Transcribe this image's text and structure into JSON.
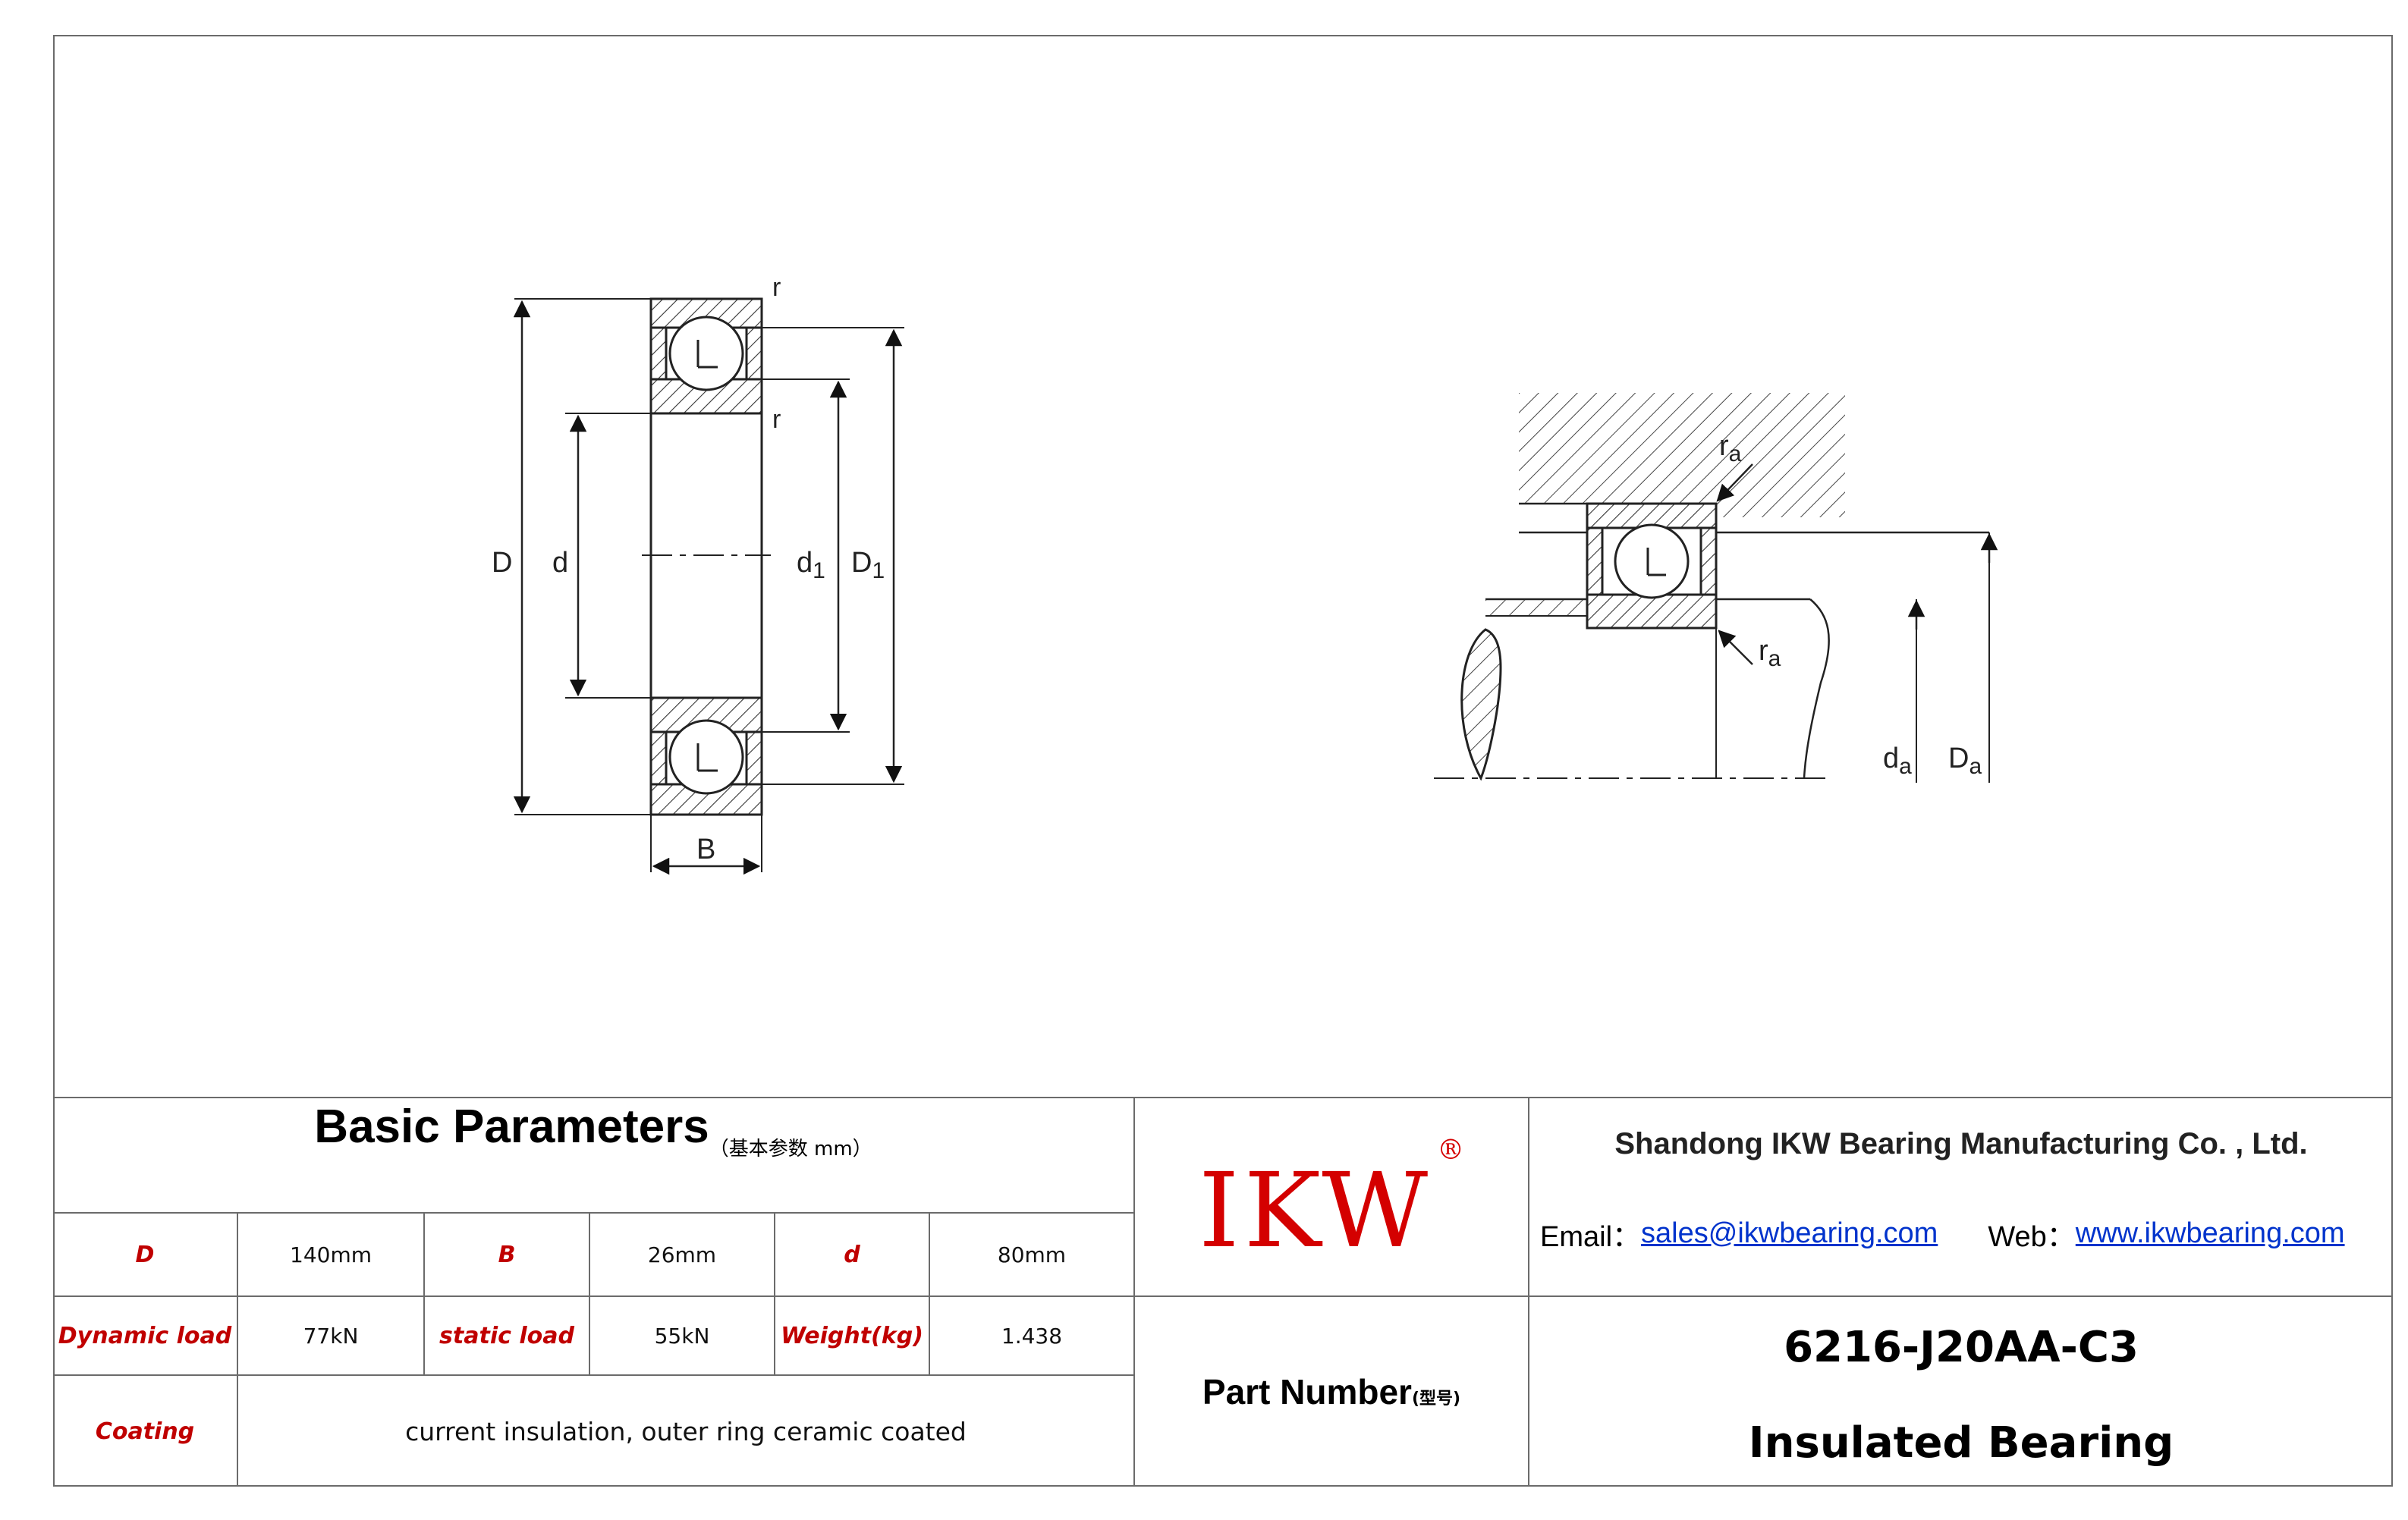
{
  "drawing": {
    "left_labels": {
      "r_top": "r",
      "r_mid": "r",
      "D": "D",
      "d": "d",
      "d1": "d",
      "d1_sub": "1",
      "D1": "D",
      "D1_sub": "1",
      "B": "B"
    },
    "right_labels": {
      "ra": "r",
      "ra_sub": "a",
      "da": "d",
      "da_sub": "a",
      "Da": "D",
      "Da_sub": "a"
    }
  },
  "table": {
    "title": "Basic Parameters",
    "title_note": "（基本参数 mm）",
    "rows": [
      [
        {
          "label": "D"
        },
        {
          "value": "140mm"
        },
        {
          "label": "B"
        },
        {
          "value": "26mm"
        },
        {
          "label": "d"
        },
        {
          "value": "80mm"
        }
      ],
      [
        {
          "label": "Dynamic load"
        },
        {
          "value": "77kN"
        },
        {
          "label": "static load"
        },
        {
          "value": "55kN"
        },
        {
          "label": "Weight(kg)"
        },
        {
          "value": "1.438"
        }
      ]
    ],
    "coating_label": "Coating",
    "coating_value": "current insulation, outer ring ceramic coated"
  },
  "brand": {
    "logo": "IKW",
    "reg": "®",
    "color": "#d40000"
  },
  "part_number": {
    "label": "Part Number",
    "note": "(型号)"
  },
  "company": {
    "name": "Shandong IKW Bearing Manufacturing Co. , Ltd.",
    "email_label": "Email：",
    "email": "sales@ikwbearing.com",
    "web_label": "Web：",
    "web": "www.ikwbearing.com",
    "link_color": "#0033cc"
  },
  "product": {
    "model": "6216-J20AA-C3",
    "type": "Insulated Bearing"
  }
}
